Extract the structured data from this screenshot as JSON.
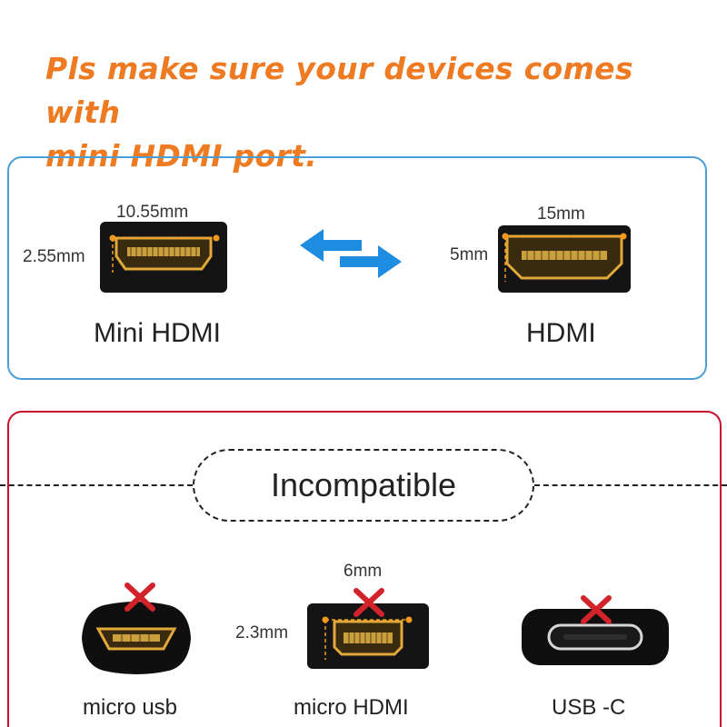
{
  "headline": {
    "line1": "Pls make sure your devices comes with",
    "line2": "mini HDMI port."
  },
  "compatible": {
    "mini_hdmi": {
      "width": "10.55mm",
      "height": "2.55mm",
      "label": "Mini HDMI"
    },
    "hdmi": {
      "width": "15mm",
      "height": "5mm",
      "label": "HDMI"
    },
    "arrow_icon": "bidirectional-arrows-icon"
  },
  "incompatible": {
    "title": "Incompatible",
    "items": [
      {
        "label": "micro usb"
      },
      {
        "label": "micro HDMI",
        "width": "6mm",
        "height": "2.3mm"
      },
      {
        "label": "USB -C"
      }
    ],
    "cross_icon": "red-x-icon"
  },
  "colors": {
    "headline": "#ee7a22",
    "blue_frame": "#4a9fd8",
    "red_frame": "#c8102e",
    "arrow": "#1e8ce0",
    "cross": "#d2232a",
    "accent_dot": "#f39a1e"
  }
}
